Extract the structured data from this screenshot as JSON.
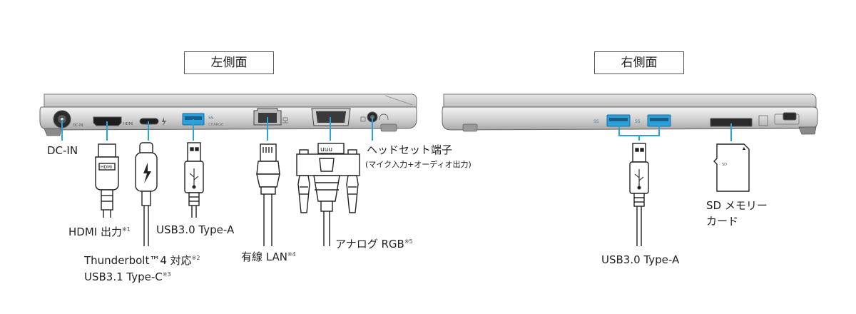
{
  "left_title": "左側面",
  "right_title": "右側面",
  "labels": {
    "dc_in": "DC-IN",
    "hdmi": "HDMI 出力",
    "hdmi_note": "※1",
    "thunderbolt_line1": "Thunderbolt™4 対応",
    "thunderbolt_note": "※2",
    "thunderbolt_line2": "USB3.1 Type-C",
    "usbc_note": "※3",
    "usb_left": "USB3.0 Type-A",
    "lan": "有線 LAN",
    "lan_note": "※4",
    "rgb": "アナログ RGB",
    "rgb_note": "※5",
    "headset": "ヘッドセット端子",
    "headset_sub": "(マイク入力+オーディオ出力)",
    "usb_right": "USB3.0 Type-A",
    "sd_line1": "SD メモリー",
    "sd_line2": "カード"
  },
  "port_marks": {
    "dc_in": "DC-IN",
    "hdmi": "HDMI",
    "usb_ss": "SS",
    "charge": "CHARGE"
  },
  "colors": {
    "accent": "#29a3d6",
    "chassis_light": "#dadada",
    "chassis_dark": "#9a9a9a",
    "outline": "#333333"
  }
}
